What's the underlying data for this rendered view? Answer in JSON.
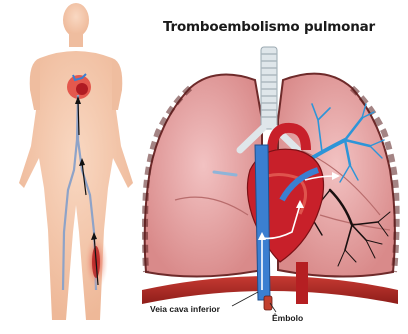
{
  "title": "Tromboembolismo pulmonar",
  "labels": {
    "inferior_vena_cava": "Veia cava inferior",
    "embolus": "Êmbolo"
  },
  "colors": {
    "skin": "#f4c6a8",
    "lung_pink": "#e9a4a4",
    "lung_outline": "#6e2a2a",
    "heart_red": "#c8202a",
    "vein_blue": "#3b7fd1",
    "pulmonary_blue": "#2d95d8",
    "trachea": "#dfe6ea",
    "clot": "#c2402f"
  },
  "icons": [
    "human-body-figure",
    "lungs",
    "heart",
    "trachea",
    "vena-cava",
    "embolus",
    "pulmonary-artery-tree",
    "flow-arrow"
  ]
}
